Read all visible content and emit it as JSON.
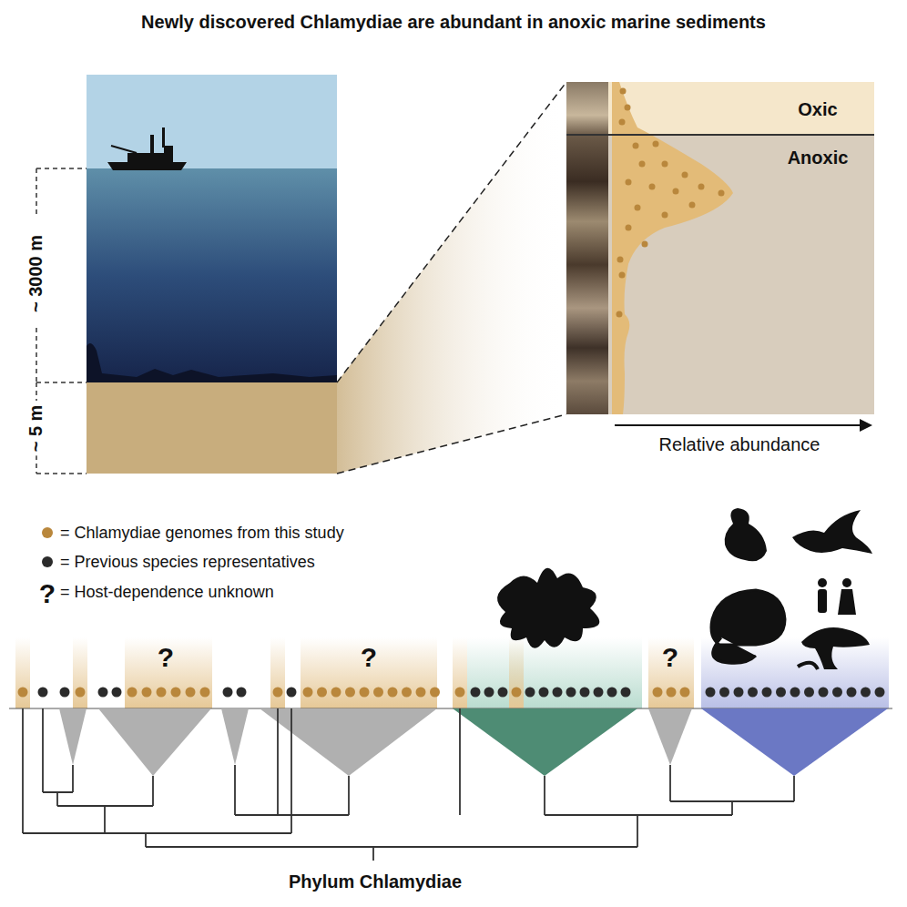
{
  "diagram": {
    "title": "Newly discovered Chlamydiae are abundant in anoxic marine sediments",
    "labels": [
      "~ 3000 m",
      "~ 5 m",
      "Oxic",
      "Anoxic",
      "Relative abundance",
      "?",
      "?",
      "?",
      "?",
      "Phylum Chlamydiae"
    ],
    "legend": [
      {
        "text": "= Chlamydiae genomes from this study",
        "color": "#b9873c"
      },
      {
        "text": "= Previous species representatives",
        "color": "#2b2b2b"
      },
      {
        "text": "= Host-dependence unknown"
      }
    ]
  }
}
